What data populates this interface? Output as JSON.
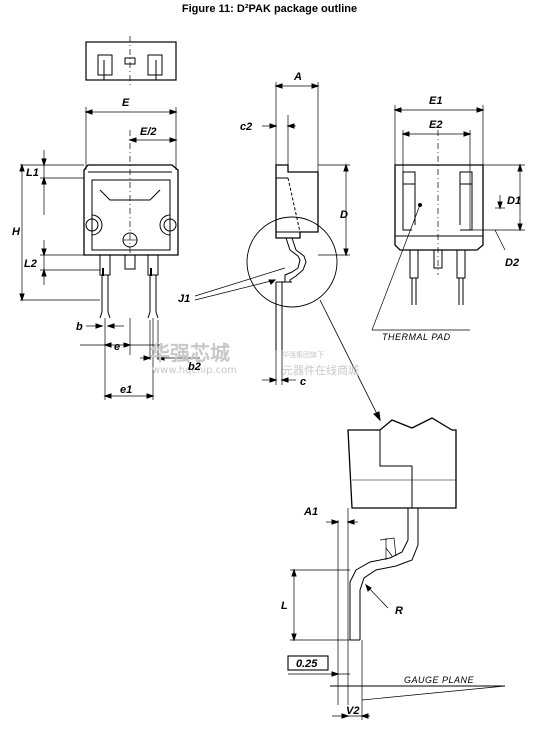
{
  "title": "Figure 11: D²PAK package outline",
  "labels": {
    "A": "A",
    "c2": "c2",
    "E": "E",
    "E_half": "E/2",
    "L1": "L1",
    "H": "H",
    "L2": "L2",
    "D": "D",
    "E1": "E1",
    "E2": "E2",
    "D1": "D1",
    "D2": "D2",
    "J1": "J1",
    "b": "b",
    "e": "e",
    "b2": "b2",
    "e1": "e1",
    "c": "c",
    "A1": "A1",
    "L": "L",
    "R": "R",
    "V2": "V2",
    "gauge_value": "0.25",
    "gauge_plane": "GAUGE PLANE",
    "thermal_pad": "THERMAL PAD"
  },
  "watermark": {
    "brand_cn": "华强芯城",
    "brand_url": "www.hqchip.com",
    "small_cn": "华强集团旗下",
    "tagline_cn": "元器件在线商城"
  }
}
